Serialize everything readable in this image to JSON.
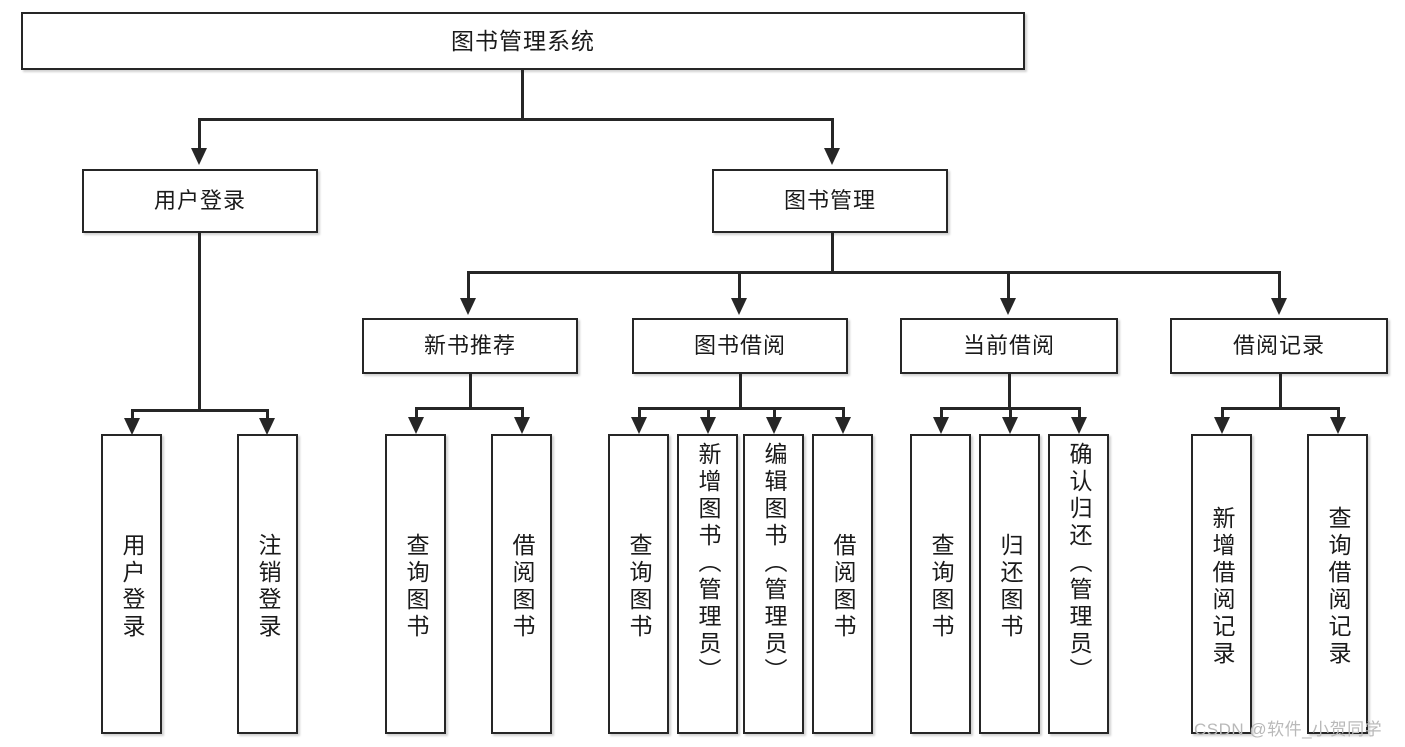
{
  "diagram": {
    "title": "图书管理系统",
    "type": "tree-hierarchy-diagram",
    "colors": {
      "box_border": "#262626",
      "box_fill": "#ffffff",
      "connector": "#262626",
      "watermark": "#b9b9b9",
      "page_background": "#ffffff"
    },
    "root": {
      "label": "图书管理系统"
    },
    "level2": [
      {
        "label": "用户登录"
      },
      {
        "label": "图书管理"
      }
    ],
    "level3": [
      {
        "label": "新书推荐"
      },
      {
        "label": "图书借阅"
      },
      {
        "label": "当前借阅"
      },
      {
        "label": "借阅记录"
      }
    ],
    "leaves": {
      "user_login": [
        {
          "label": "用户登录"
        },
        {
          "label": "注销登录"
        }
      ],
      "new_book_recommend": [
        {
          "label": "查询图书"
        },
        {
          "label": "借阅图书"
        }
      ],
      "book_borrow": [
        {
          "label": "查询图书"
        },
        {
          "label": "新增图书（管理员）"
        },
        {
          "label": "编辑图书（管理员）"
        },
        {
          "label": "借阅图书"
        }
      ],
      "current_borrow": [
        {
          "label": "查询图书"
        },
        {
          "label": "归还图书"
        },
        {
          "label": "确认归还（管理员）"
        }
      ],
      "borrow_record": [
        {
          "label": "新增借阅记录"
        },
        {
          "label": "查询借阅记录"
        }
      ]
    }
  },
  "watermark": {
    "text": "CSDN @软件_小贺同学"
  }
}
